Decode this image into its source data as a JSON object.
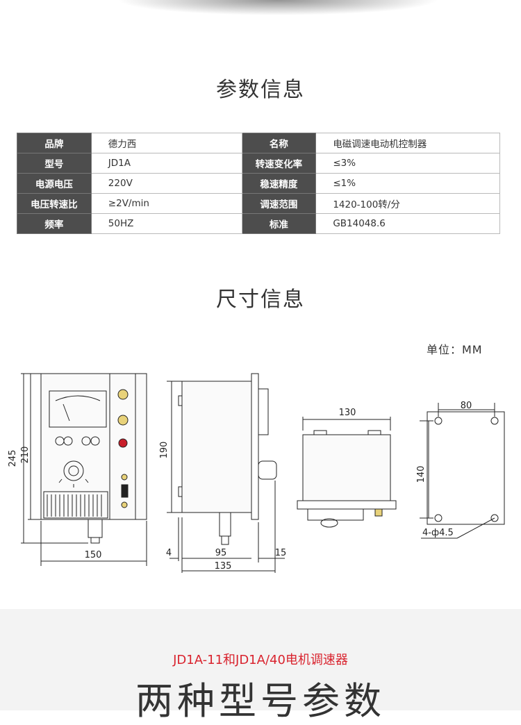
{
  "params_section": {
    "title": "参数信息",
    "rows": [
      {
        "k1": "品牌",
        "v1": "德力西",
        "k2": "名称",
        "v2": "电磁调速电动机控制器"
      },
      {
        "k1": "型号",
        "v1": "JD1A",
        "k2": "转速变化率",
        "v2": "≤3%"
      },
      {
        "k1": "电源电压",
        "v1": "220V",
        "k2": "稳速精度",
        "v2": "≤1%"
      },
      {
        "k1": "电压转速比",
        "v1": "≥2V/min",
        "k2": "调速范围",
        "v2": "1420-100转/分"
      },
      {
        "k1": "频率",
        "v1": "50HZ",
        "k2": "标准",
        "v2": "GB14048.6"
      }
    ]
  },
  "size_section": {
    "title": "尺寸信息",
    "unit": "单位：MM",
    "dims": {
      "front_height_outer": "245",
      "front_height_inner": "210",
      "front_width": "150",
      "side_height": "190",
      "side_left": "4",
      "side_mid": "95",
      "side_right": "15",
      "side_total": "135",
      "top_width": "130",
      "mount_width": "80",
      "mount_height": "140",
      "mount_holes": "4-ф4.5"
    }
  },
  "models": {
    "subtitle": "JD1A-11和JD1A/40电机调速器",
    "title": "两种型号参数"
  }
}
